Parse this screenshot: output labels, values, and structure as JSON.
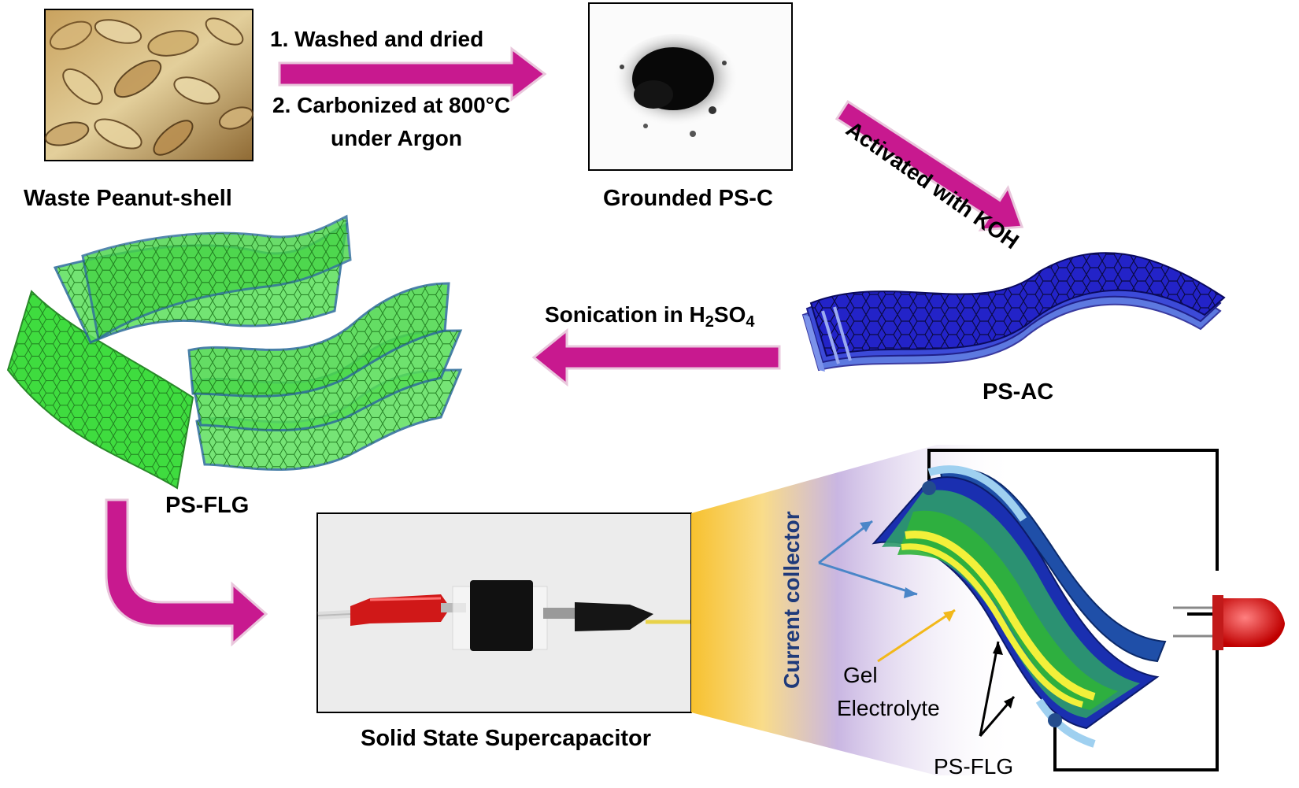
{
  "labels": {
    "peanut_shell": "Waste Peanut-shell",
    "grounded": "Grounded PS-C",
    "ps_ac": "PS-AC",
    "ps_flg_top": "PS-FLG",
    "supercap": "Solid State Supercapacitor",
    "current_collector": "Current collector",
    "gel": "Gel",
    "electrolyte": "Electrolyte",
    "ps_flg_bottom": "PS-FLG"
  },
  "steps": {
    "step1": "1. Washed and dried",
    "step2": "2. Carbonized at 800°C",
    "step2b": "under Argon",
    "activate": "Activated with KOH",
    "sonication_pre": "Sonication  in H",
    "sub1": "2",
    "sonication_mid": "SO",
    "sub2": "4"
  },
  "colors": {
    "arrow": "#c8198f",
    "green_sheet": "#3fdc3f",
    "blue_sheet": "#2323c8",
    "gold": "#f7c12e",
    "lavender": "#c8b8e0",
    "led": "#e01a1a"
  }
}
